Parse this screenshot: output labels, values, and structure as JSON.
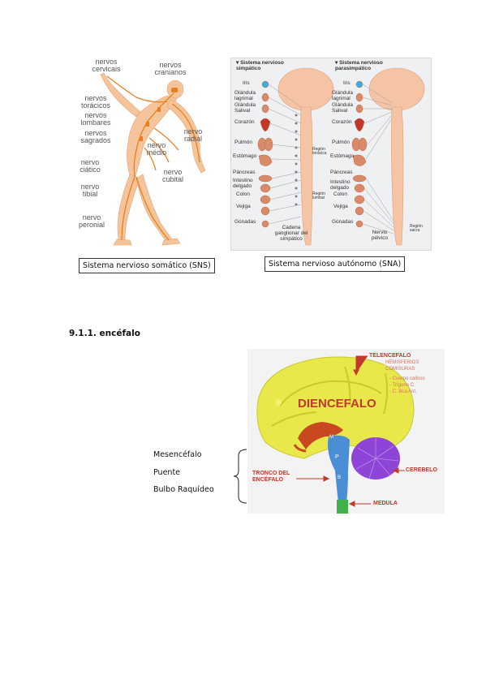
{
  "somatic_figure": {
    "labels": {
      "cervicales": "nervos cervicais",
      "cranianos": "nervos cranianos",
      "toracicos": "nervos torácicos",
      "lombares": "nervos lombares",
      "sagrados": "nervos sagrados",
      "radial": "nervo radial",
      "medio": "nervo médio",
      "ciatico": "nervo ciático",
      "cubital": "nervo cubital",
      "tibial": "nervo tibial",
      "peronial": "nervo peronial"
    },
    "caption": "Sistema nervioso somático (SNS)"
  },
  "autonomic_figure": {
    "sympathetic_title": "▾ Sistema nervioso simpático",
    "parasympathetic_title": "▾ Sistema nervioso parasimpático",
    "organs_left": [
      "Iris",
      "Glándula lagrimal",
      "Glándula Salival",
      "Corazón",
      "Pulmón",
      "Estómago",
      "Páncreas",
      "Intestino delgado",
      "Colon",
      "Vejiga",
      "Gónadas"
    ],
    "organs_right": [
      "Iris",
      "Glándula lagrimal",
      "Glándula Salival",
      "Corazón",
      "Pulmón",
      "Estómago",
      "Páncreas",
      "Intestino delgado",
      "Colon",
      "Vejiga",
      "Gónadas"
    ],
    "region_toracica": "Región torácica",
    "region_lumbar": "Región lumbar",
    "region_sacra": "Región sacra",
    "cadena": "Cadena ganglionar del simpático",
    "nervio_pelvico": "Nervio pélvico",
    "caption": "Sistema nervioso autónomo (SNA)"
  },
  "section_heading": "9.1.1. encéfalo",
  "brainstem_list": [
    "Mesencéfalo",
    "Puente",
    "Bulbo Raquídeo"
  ],
  "brain_figure": {
    "telencefalo": "TELENCEFALO",
    "hemisferios": "HEMISFERIOS",
    "comisuras": "COMISURAS",
    "cuerpo_calloso": "- Cuerpo calloso",
    "trigono": "- Trígono C.",
    "c_bca": "- C. Bca Ant.",
    "diencefalo": "DIENCEFALO",
    "cerebelo": "CEREBELO",
    "tronco": "TRONCO DEL ENCÉFALO",
    "medula": "MEDULA",
    "m": "M",
    "p": "P",
    "b": "B",
    "colors": {
      "cerebrum": "#e8e84a",
      "diencephalon": "#c8481f",
      "cerebellum": "#8e44d6",
      "brainstem": "#4a8fd6",
      "medulla": "#3fb04a",
      "label_red": "#c0392b"
    }
  }
}
